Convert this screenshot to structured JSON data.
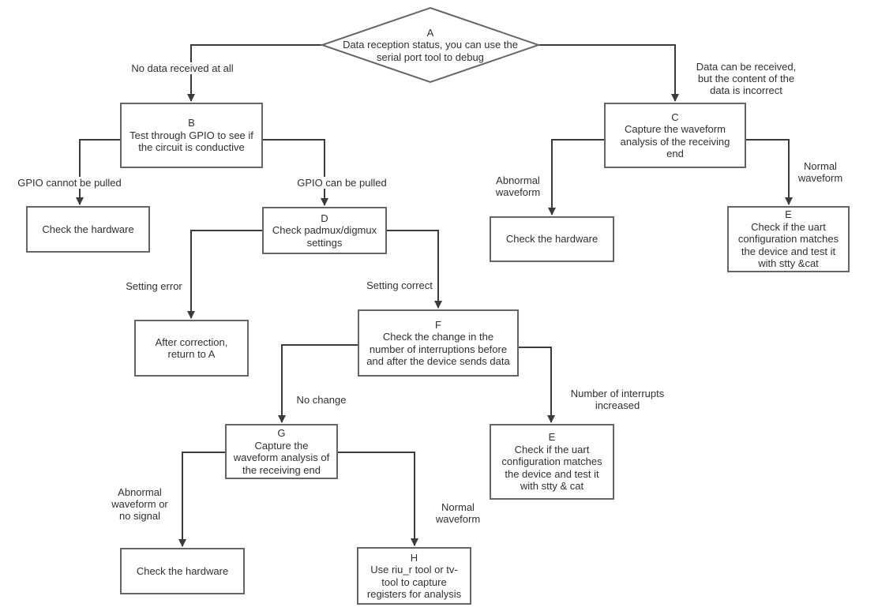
{
  "diagram": {
    "colors": {
      "background": "#ffffff",
      "node_border": "#666666",
      "connector": "#3b3b3b",
      "text": "#303030"
    },
    "nodes": [
      {
        "id": "A",
        "shape": "diamond",
        "text": "A\nData reception status, you can use the\nserial port tool to debug"
      },
      {
        "id": "B",
        "shape": "rect",
        "text": "B\nTest through GPIO to see if\nthe circuit is conductive"
      },
      {
        "id": "C",
        "shape": "rect",
        "text": "C\nCapture the waveform\nanalysis of the receiving\nend"
      },
      {
        "id": "check_hardware_1",
        "shape": "rect",
        "text": "Check the hardware"
      },
      {
        "id": "D",
        "shape": "rect",
        "text": "D\nCheck padmux/digmux\nsettings"
      },
      {
        "id": "check_hardware_2",
        "shape": "rect",
        "text": "Check the hardware"
      },
      {
        "id": "E_right",
        "shape": "rect",
        "text": "E\nCheck if the uart\nconfiguration matches\nthe device and test it\nwith stty &cat"
      },
      {
        "id": "after_correction",
        "shape": "rect",
        "text": "After correction,\nreturn to A"
      },
      {
        "id": "F",
        "shape": "rect",
        "text": "F\nCheck the change in the\nnumber of interruptions before\nand after the device sends data"
      },
      {
        "id": "G",
        "shape": "rect",
        "text": "G\nCapture the\nwaveform analysis of\nthe receiving end"
      },
      {
        "id": "E_lower",
        "shape": "rect",
        "text": "E\nCheck if the uart\nconfiguration matches\nthe device and test it\nwith stty & cat"
      },
      {
        "id": "check_hardware_3",
        "shape": "rect",
        "text": "Check the hardware"
      },
      {
        "id": "H",
        "shape": "rect",
        "text": "H\nUse riu_r tool or tv-\ntool to capture\nregisters for analysis"
      }
    ],
    "edges": [
      {
        "from": "A",
        "to": "B",
        "label": "No data received at all"
      },
      {
        "from": "A",
        "to": "C",
        "label": "Data can be received,\nbut the content of the\ndata is incorrect"
      },
      {
        "from": "B",
        "to": "check_hardware_1",
        "label": "GPIO cannot be pulled"
      },
      {
        "from": "B",
        "to": "D",
        "label": "GPIO can be pulled"
      },
      {
        "from": "D",
        "to": "after_correction",
        "label": "Setting error"
      },
      {
        "from": "D",
        "to": "F",
        "label": "Setting correct"
      },
      {
        "from": "F",
        "to": "G",
        "label": "No change"
      },
      {
        "from": "F",
        "to": "E_lower",
        "label": "Number of interrupts\nincreased"
      },
      {
        "from": "C",
        "to": "check_hardware_2",
        "label": "Abnormal\nwaveform"
      },
      {
        "from": "C",
        "to": "E_right",
        "label": "Normal\nwaveform"
      },
      {
        "from": "G",
        "to": "check_hardware_3",
        "label": "Abnormal\nwaveform or\nno signal"
      },
      {
        "from": "G",
        "to": "H",
        "label": "Normal\nwaveform"
      }
    ]
  }
}
